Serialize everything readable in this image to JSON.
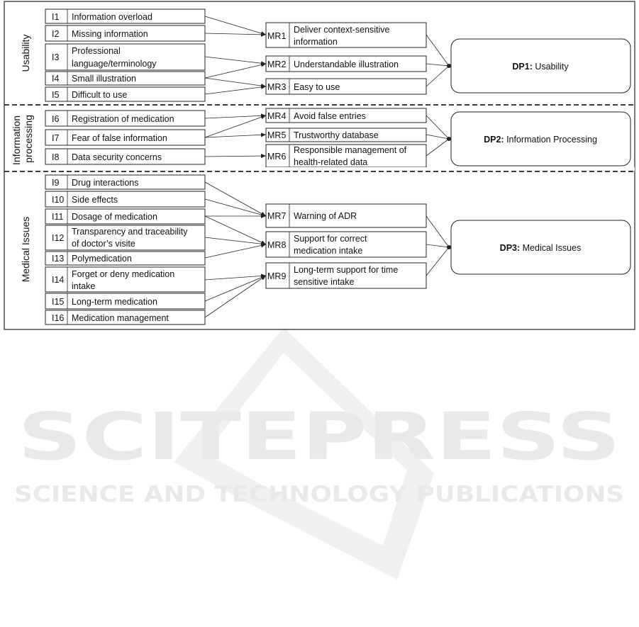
{
  "sections": [
    {
      "id": "usability",
      "lines": [
        "Usability"
      ]
    },
    {
      "id": "info",
      "lines": [
        "Information",
        "processing"
      ]
    },
    {
      "id": "medical",
      "lines": [
        "Medical Issues"
      ]
    }
  ],
  "issues": [
    {
      "code": "I1",
      "lines": [
        "Information overload"
      ]
    },
    {
      "code": "I2",
      "lines": [
        "Missing information"
      ]
    },
    {
      "code": "I3",
      "lines": [
        "Professional",
        "language/terminology"
      ]
    },
    {
      "code": "I4",
      "lines": [
        "Small illustration"
      ]
    },
    {
      "code": "I5",
      "lines": [
        "Difficult to use"
      ]
    },
    {
      "code": "I6",
      "lines": [
        "Registration of medication"
      ]
    },
    {
      "code": "I7",
      "lines": [
        "Fear of false information"
      ]
    },
    {
      "code": "I8",
      "lines": [
        "Data security concerns"
      ]
    },
    {
      "code": "I9",
      "lines": [
        "Drug interactions"
      ]
    },
    {
      "code": "I10",
      "lines": [
        "Side effects"
      ]
    },
    {
      "code": "I11",
      "lines": [
        "Dosage of medication"
      ]
    },
    {
      "code": "I12",
      "lines": [
        "Transparency and traceability",
        "of doctor’s visite"
      ]
    },
    {
      "code": "I13",
      "lines": [
        "Polymedication"
      ]
    },
    {
      "code": "I14",
      "lines": [
        "Forget or deny medication",
        "intake"
      ]
    },
    {
      "code": "I15",
      "lines": [
        "Long-term medication"
      ]
    },
    {
      "code": "I16",
      "lines": [
        "Medication management"
      ]
    }
  ],
  "requirements": [
    {
      "code": "MR1",
      "lines": [
        "Deliver context-sensitive",
        "information"
      ]
    },
    {
      "code": "MR2",
      "lines": [
        "Understandable illustration"
      ]
    },
    {
      "code": "MR3",
      "lines": [
        "Easy to use"
      ]
    },
    {
      "code": "MR4",
      "lines": [
        "Avoid false entries"
      ]
    },
    {
      "code": "MR5",
      "lines": [
        "Trustworthy database"
      ]
    },
    {
      "code": "MR6",
      "lines": [
        "Responsible management of",
        "health-related data"
      ]
    },
    {
      "code": "MR7",
      "lines": [
        "Warning of ADR"
      ]
    },
    {
      "code": "MR8",
      "lines": [
        "Support for correct",
        "medication intake"
      ]
    },
    {
      "code": "MR9",
      "lines": [
        "Long-term support for time",
        "sensitive intake"
      ]
    }
  ],
  "principles": [
    {
      "code": "DP1:",
      "label": "Usability"
    },
    {
      "code": "DP2:",
      "label": "Information Processing"
    },
    {
      "code": "DP3:",
      "label": "Medical Issues"
    }
  ],
  "links_issue_to_requirement": [
    [
      "I1",
      "MR1"
    ],
    [
      "I2",
      "MR1"
    ],
    [
      "I3",
      "MR2"
    ],
    [
      "I4",
      "MR2"
    ],
    [
      "I4",
      "MR3"
    ],
    [
      "I5",
      "MR3"
    ],
    [
      "I6",
      "MR4"
    ],
    [
      "I7",
      "MR4"
    ],
    [
      "I7",
      "MR5"
    ],
    [
      "I8",
      "MR6"
    ],
    [
      "I9",
      "MR7"
    ],
    [
      "I10",
      "MR7"
    ],
    [
      "I11",
      "MR7"
    ],
    [
      "I11",
      "MR8"
    ],
    [
      "I12",
      "MR8"
    ],
    [
      "I13",
      "MR8"
    ],
    [
      "I14",
      "MR9"
    ],
    [
      "I15",
      "MR9"
    ],
    [
      "I16",
      "MR9"
    ]
  ],
  "links_requirement_to_principle": [
    [
      "MR1",
      "DP1:"
    ],
    [
      "MR2",
      "DP1:"
    ],
    [
      "MR3",
      "DP1:"
    ],
    [
      "MR4",
      "DP2:"
    ],
    [
      "MR5",
      "DP2:"
    ],
    [
      "MR6",
      "DP2:"
    ],
    [
      "MR7",
      "DP3:"
    ],
    [
      "MR8",
      "DP3:"
    ],
    [
      "MR9",
      "DP3:"
    ]
  ],
  "watermark": {
    "brand": "SCITEPRESS",
    "tagline": "SCIENCE AND TECHNOLOGY PUBLICATIONS"
  }
}
